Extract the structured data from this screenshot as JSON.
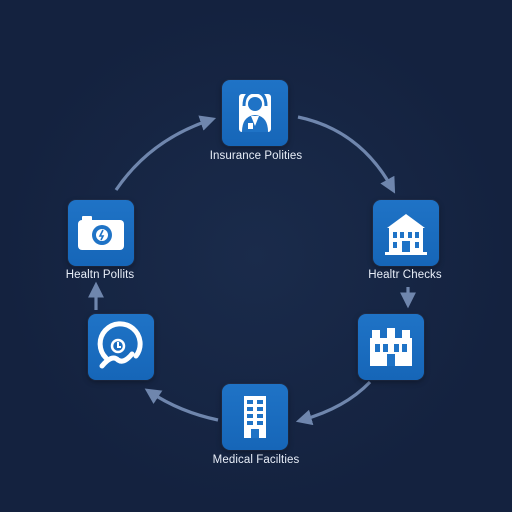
{
  "diagram": {
    "nodes": [
      {
        "id": "insurance",
        "label": "Insurance Polities",
        "icon": "doctor-avatar-icon"
      },
      {
        "id": "checks",
        "label": "Healtr Checks",
        "icon": "hospital-building-icon"
      },
      {
        "id": "building2",
        "label": "",
        "icon": "hospital-facade-icon"
      },
      {
        "id": "facilities",
        "label": "Medical Facilties",
        "icon": "office-tower-icon"
      },
      {
        "id": "gauge",
        "label": "",
        "icon": "gauge-dial-icon"
      },
      {
        "id": "policies",
        "label": "Healtn Pollits",
        "icon": "camera-icon"
      }
    ],
    "colors": {
      "background": "#14223f",
      "tile": "#1f73c6",
      "arrow": "#6f86ad",
      "text": "#e8eef8"
    }
  }
}
